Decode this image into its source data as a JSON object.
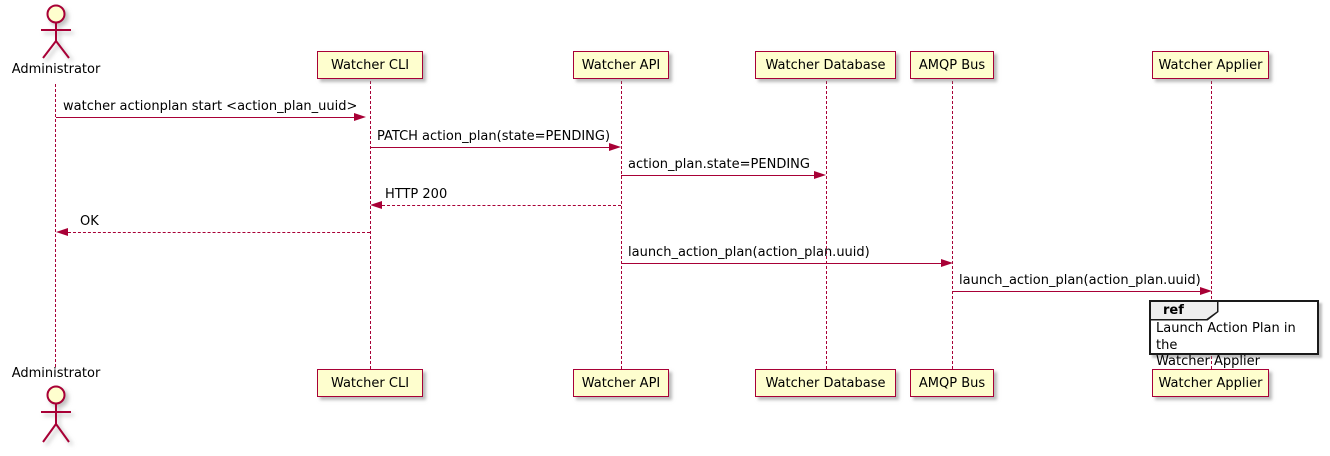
{
  "diagram": {
    "type": "uml-sequence",
    "colors": {
      "participant_fill": "#FEFECE",
      "line_border": "#A80036",
      "ref_header_fill": "#EEEEEE",
      "ref_border": "#1a1a1a",
      "text": "#000000"
    }
  },
  "actor": {
    "name": "Administrator"
  },
  "participants": [
    {
      "name": "Watcher CLI"
    },
    {
      "name": "Watcher API"
    },
    {
      "name": "Watcher Database"
    },
    {
      "name": "AMQP Bus"
    },
    {
      "name": "Watcher Applier"
    }
  ],
  "messages": [
    {
      "from": "Administrator",
      "to": "Watcher CLI",
      "style": "solid",
      "text": "watcher actionplan start <action_plan_uuid>"
    },
    {
      "from": "Watcher CLI",
      "to": "Watcher API",
      "style": "solid",
      "text": "PATCH action_plan(state=PENDING)"
    },
    {
      "from": "Watcher API",
      "to": "Watcher Database",
      "style": "solid",
      "text": "action_plan.state=PENDING"
    },
    {
      "from": "Watcher API",
      "to": "Watcher CLI",
      "style": "dashed-return",
      "text": "HTTP 200"
    },
    {
      "from": "Watcher CLI",
      "to": "Administrator",
      "style": "dashed-return",
      "text": "OK"
    },
    {
      "from": "Watcher API",
      "to": "AMQP Bus",
      "style": "solid",
      "text": "launch_action_plan(action_plan.uuid)"
    },
    {
      "from": "AMQP Bus",
      "to": "Watcher Applier",
      "style": "solid",
      "text": "launch_action_plan(action_plan.uuid)"
    }
  ],
  "ref": {
    "keyword": "ref",
    "text": "Launch Action Plan in the\nWatcher Applier"
  }
}
